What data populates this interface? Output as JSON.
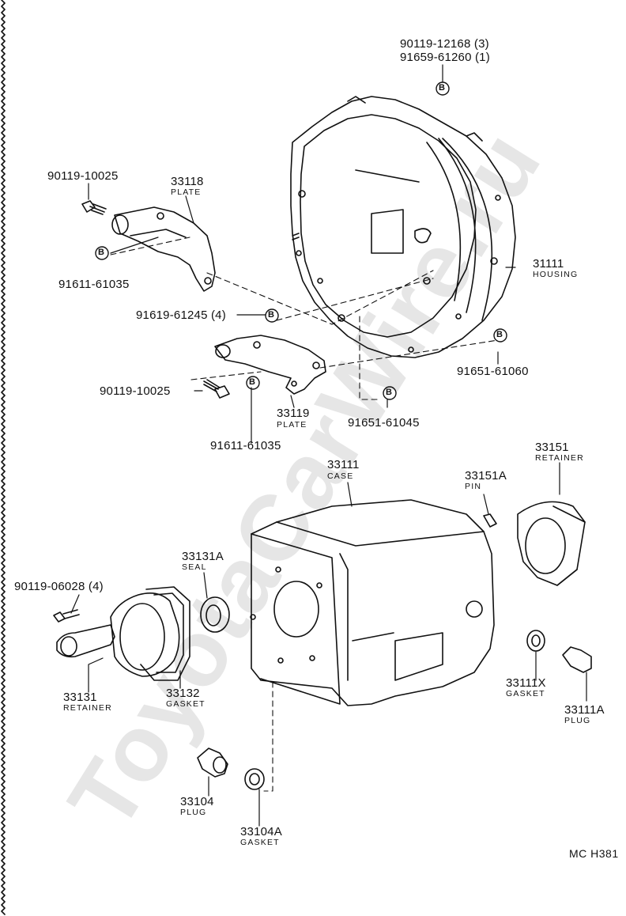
{
  "watermark": "ToyotaCarWire.ru",
  "reference": "MC H381",
  "markers": {
    "b": "B"
  },
  "labels": {
    "p90119_12168": "90119-12168 (3)",
    "p91659_61260": "91659-61260 (1)",
    "p90119_10025_top": "90119-10025",
    "p33118": "33118",
    "p33118_sub": "PLATE",
    "p91611_61035_top": "91611-61035",
    "p31111": "31111",
    "p31111_sub": "HOUSING",
    "p91619_61245": "91619-61245 (4)",
    "p91651_61060": "91651-61060",
    "p90119_10025_mid": "90119-10025",
    "p33119": "33119",
    "p33119_sub": "PLATE",
    "p91651_61045": "91651-61045",
    "p91611_61035_mid": "91611-61035",
    "p33111": "33111",
    "p33111_sub": "CASE",
    "p33151A": "33151A",
    "p33151A_sub": "PIN",
    "p33151": "33151",
    "p33151_sub": "RETAINER",
    "p33131A": "33131A",
    "p33131A_sub": "SEAL",
    "p90119_06028": "90119-06028 (4)",
    "p33131": "33131",
    "p33131_sub": "RETAINER",
    "p33132": "33132",
    "p33132_sub": "GASKET",
    "p33111X": "33111X",
    "p33111X_sub": "GASKET",
    "p33111A": "33111A",
    "p33111A_sub": "PLUG",
    "p33104": "33104",
    "p33104_sub": "PLUG",
    "p33104A": "33104A",
    "p33104A_sub": "GASKET"
  }
}
